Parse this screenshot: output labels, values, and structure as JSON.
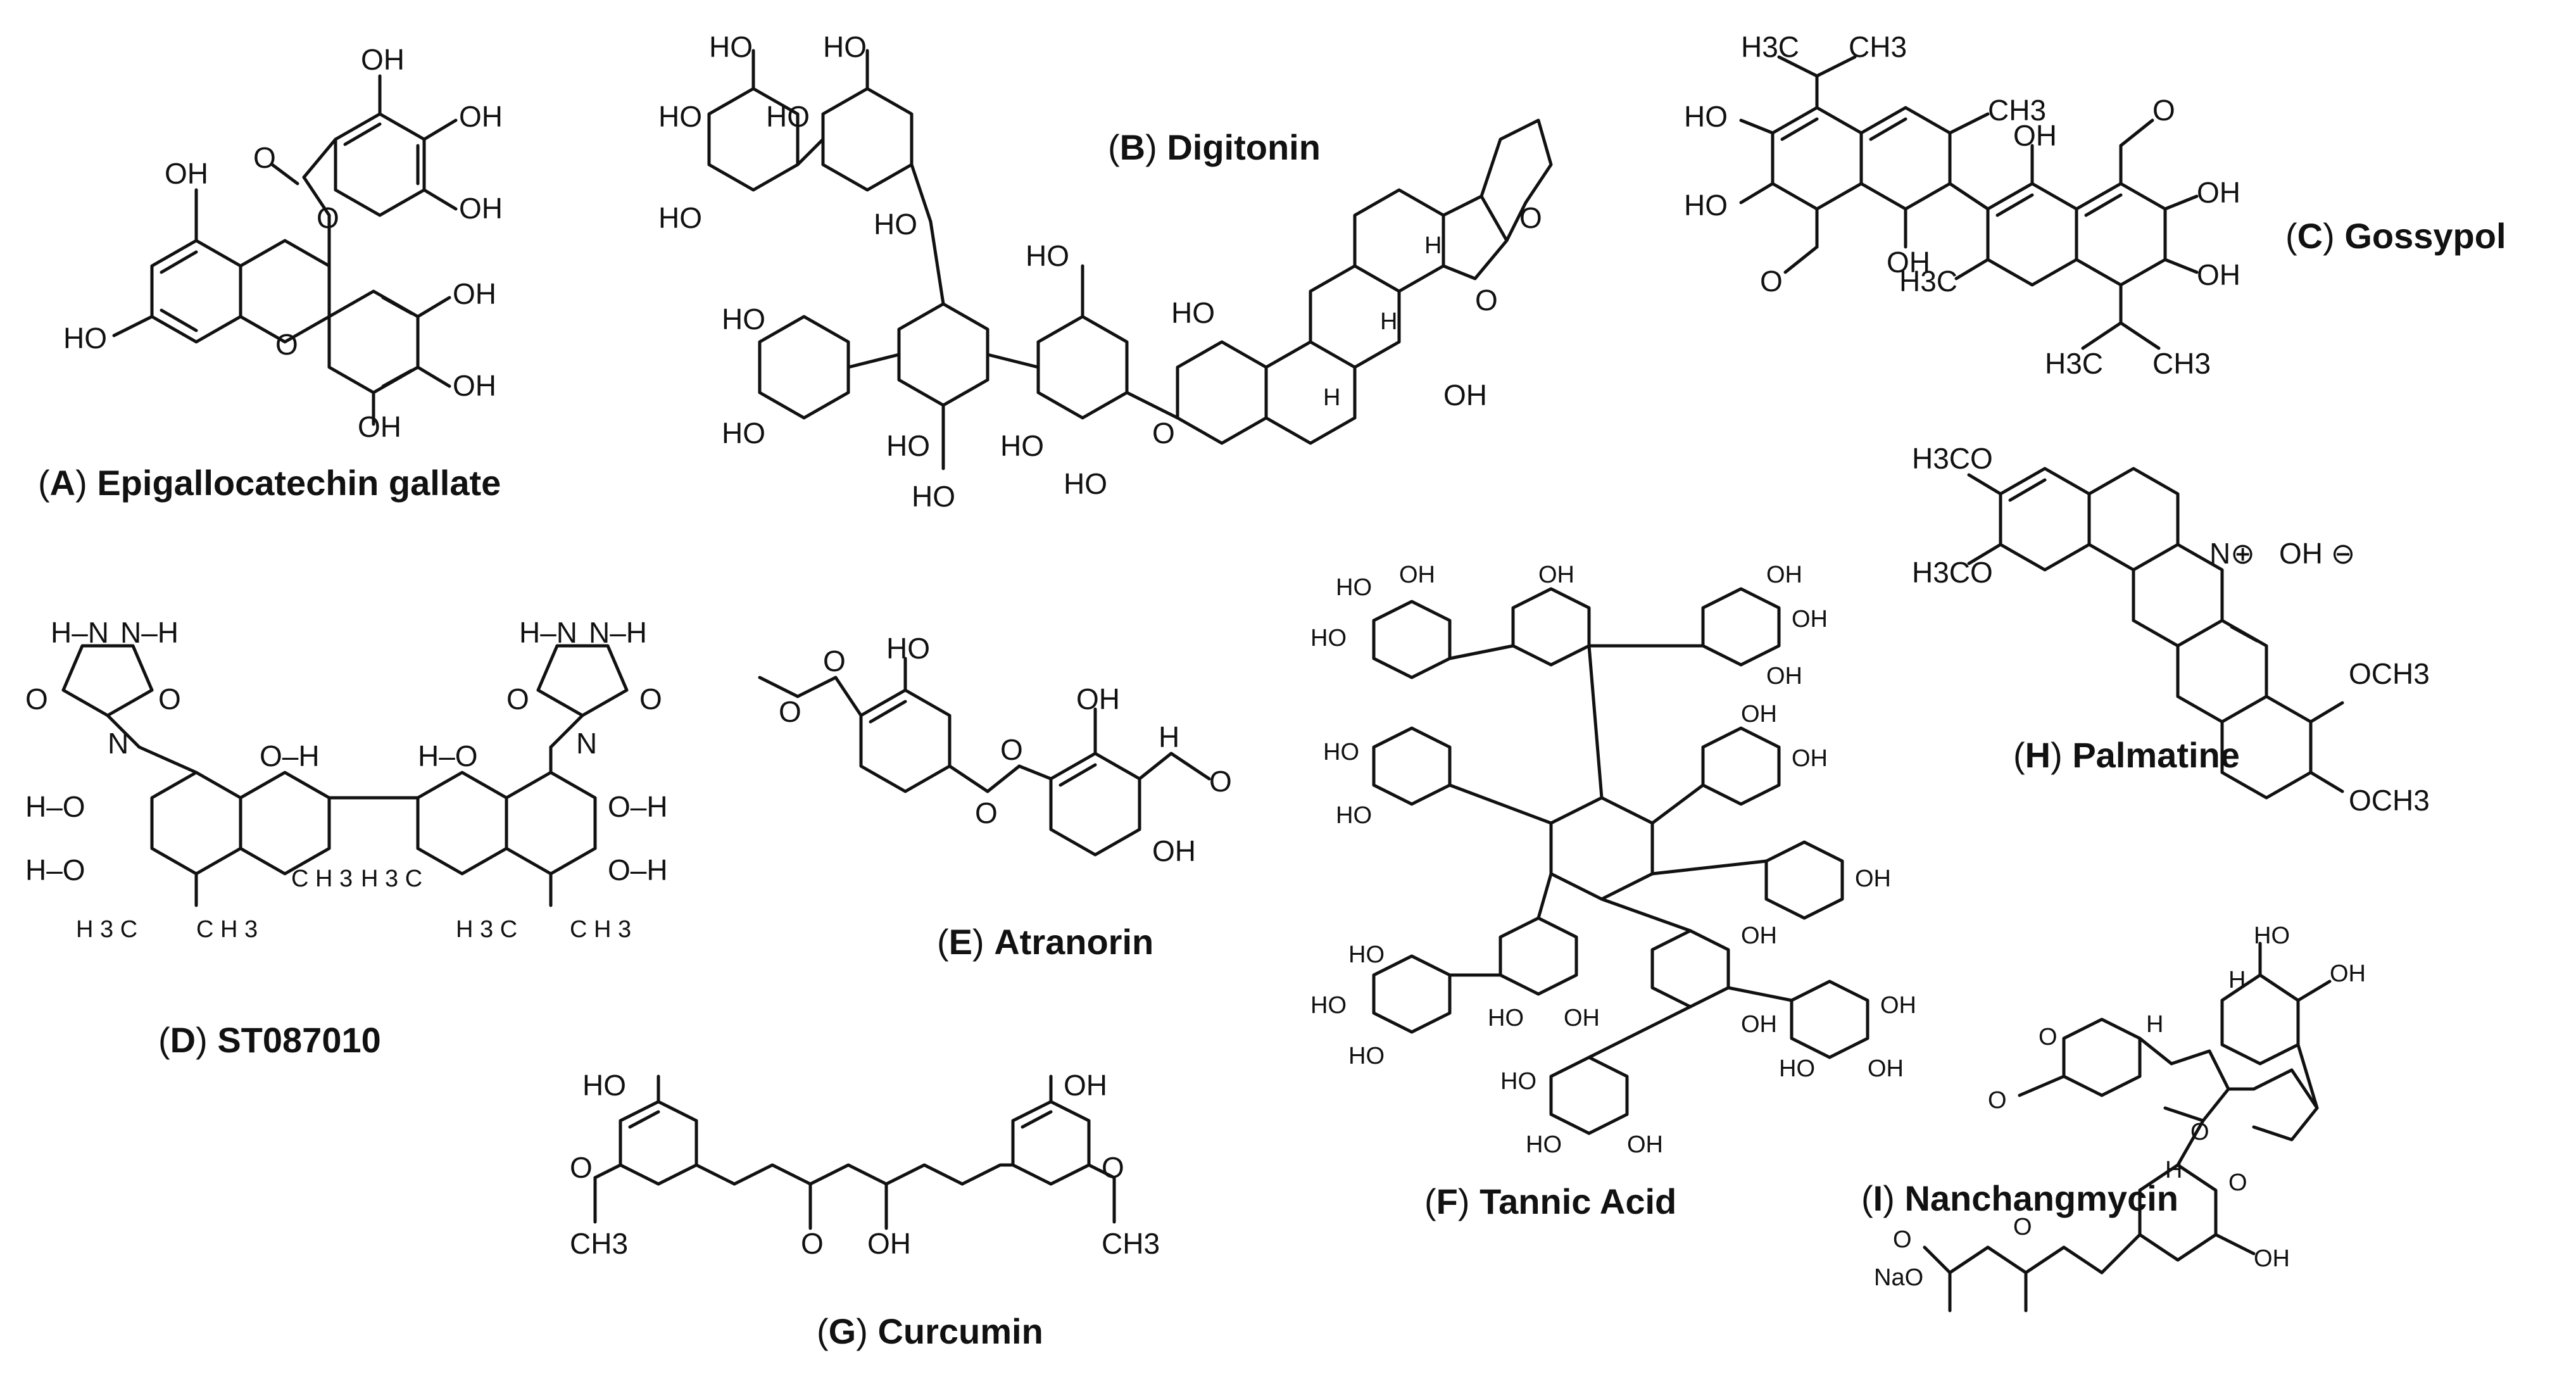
{
  "figure": {
    "panels": [
      {
        "letter": "A",
        "name": "Epigallocatechin gallate"
      },
      {
        "letter": "B",
        "name": "Digitonin"
      },
      {
        "letter": "C",
        "name": "Gossypol"
      },
      {
        "letter": "D",
        "name": "ST087010"
      },
      {
        "letter": "E",
        "name": "Atranorin"
      },
      {
        "letter": "F",
        "name": "Tannic Acid"
      },
      {
        "letter": "G",
        "name": "Curcumin"
      },
      {
        "letter": "H",
        "name": "Palmatine"
      },
      {
        "letter": "I",
        "name": "Nanchangmycin"
      }
    ],
    "labels": {
      "oh": "OH",
      "ho": "HO",
      "o": "O",
      "h": "H",
      "n": "N",
      "na_o": "NaO",
      "h3c": "H3C",
      "ch3": "CH3",
      "ch3_spaced": "C H 3",
      "h3c_spaced": "H 3 C",
      "och3": "OCH3",
      "h3co": "H3CO",
      "oh_minus": "OH ⊖",
      "n_plus": "N⊕",
      "h_n": "H–N",
      "n_h": "N–H",
      "o_h": "O–H",
      "h_o": "H–O"
    }
  }
}
